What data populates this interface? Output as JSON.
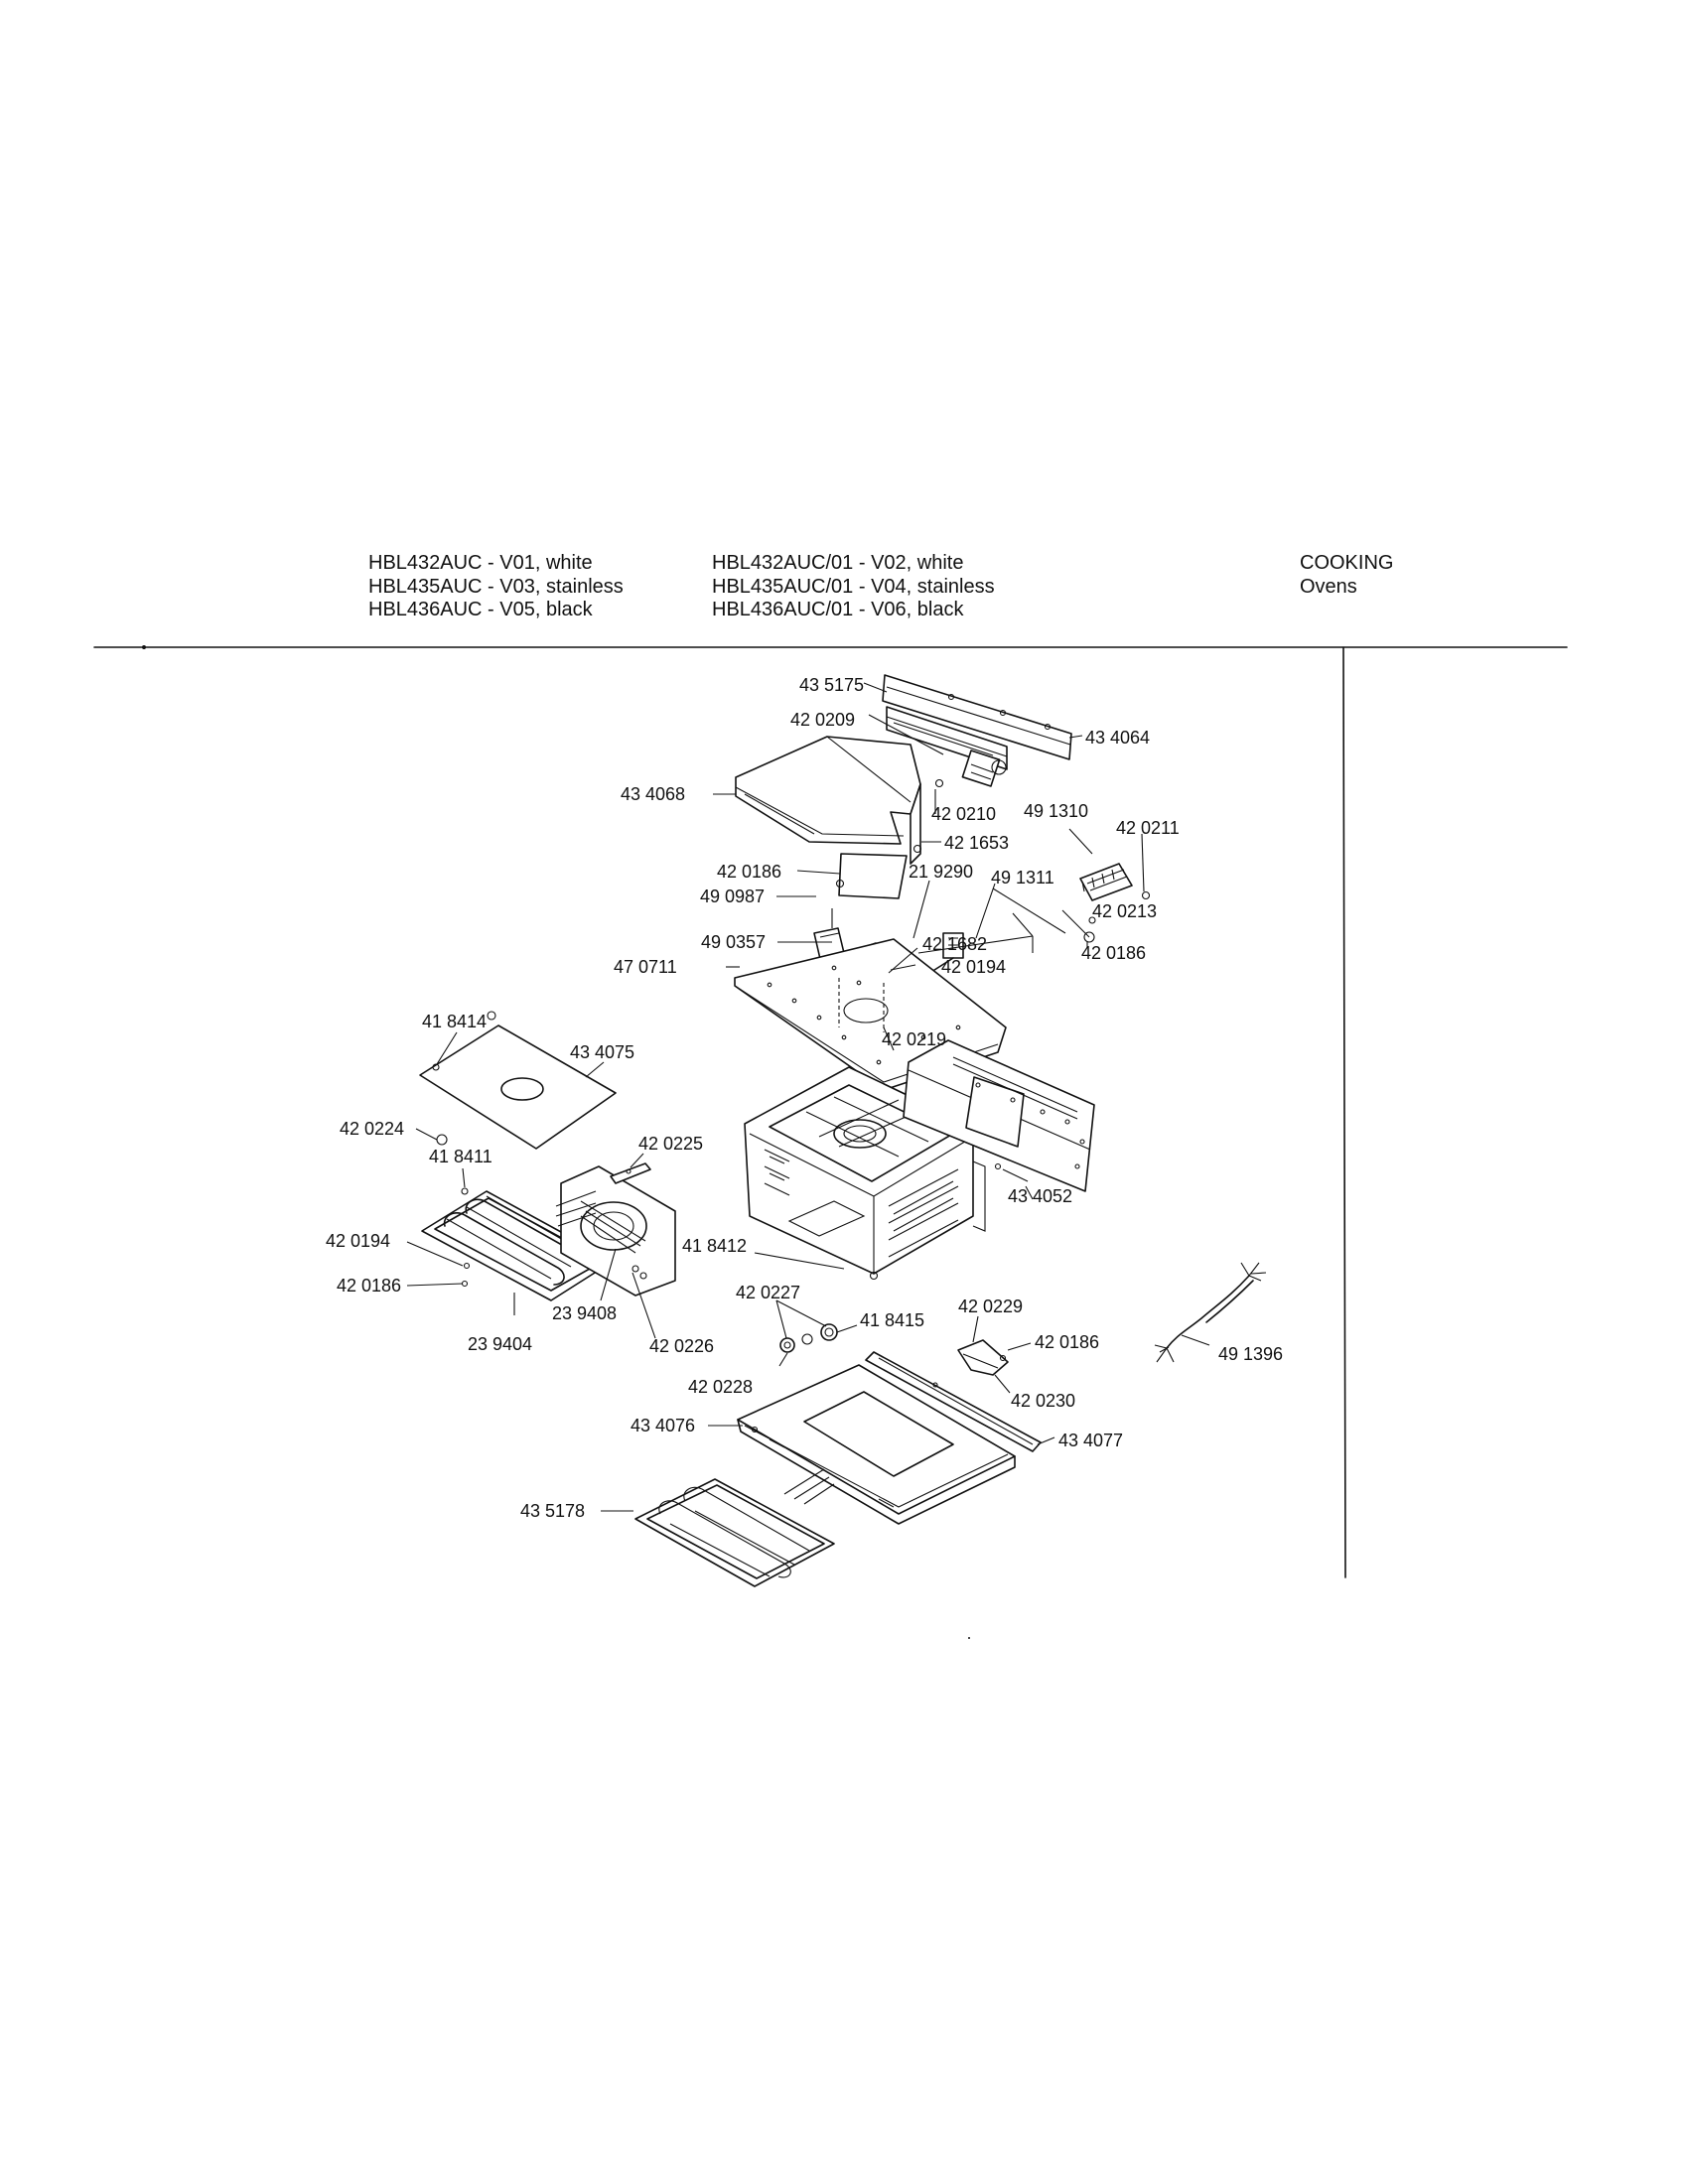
{
  "header": {
    "models_left": [
      "HBL432AUC - V01, white",
      "HBL435AUC - V03, stainless",
      "HBL436AUC - V05, black"
    ],
    "models_right": [
      "HBL432AUC/01 - V02, white",
      "HBL435AUC/01 - V04, stainless",
      "HBL436AUC/01 - V06, black"
    ],
    "category": "COOKING",
    "subcategory": "Ovens"
  },
  "parts": {
    "p435175": "43 5175",
    "p420209": "42 0209",
    "p434064": "43 4064",
    "p434068": "43 4068",
    "p420210": "42 0210",
    "p491310": "49 1310",
    "p420211": "42 0211",
    "p421653": "42 1653",
    "p420186_a": "42 0186",
    "p219290": "21 9290",
    "p490987": "49 0987",
    "p491311": "49 1311",
    "p490357": "49 0357",
    "p421682": "42 1682",
    "p420213": "42 0213",
    "p470711": "47 0711",
    "p420194_a": "42 0194",
    "p420186_b": "42 0186",
    "p420219": "42 0219",
    "p418414": "41 8414",
    "p434075": "43 4075",
    "p420224": "42 0224",
    "p420225": "42 0225",
    "p418411": "41 8411",
    "p434052": "43 4052",
    "p420194_b": "42 0194",
    "p418412": "41 8412",
    "p420186_c": "42 0186",
    "p239408": "23 9408",
    "p420227": "42 0227",
    "p420229": "42 0229",
    "p418415": "41 8415",
    "p239404": "23 9404",
    "p420226": "42 0226",
    "p420186_d": "42 0186",
    "p491396": "49 1396",
    "p420228": "42 0228",
    "p420230": "42 0230",
    "p434076": "43 4076",
    "p434077": "43 4077",
    "p435178": "43 5178"
  }
}
